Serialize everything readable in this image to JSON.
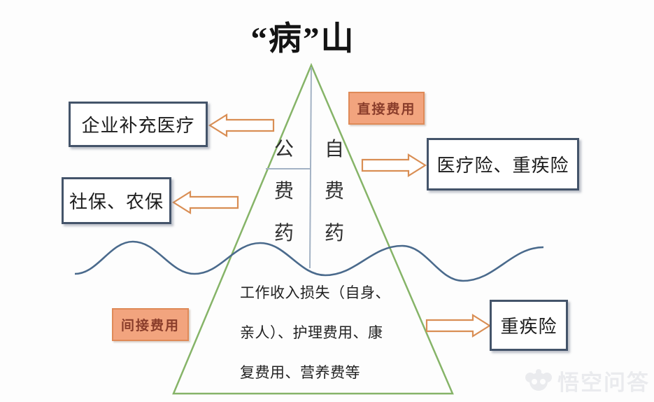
{
  "title": "“病”山",
  "pyramid": {
    "left_column": {
      "label": "公费药",
      "chars": [
        "公",
        "费",
        "药"
      ]
    },
    "right_column": {
      "label": "自费药",
      "chars": [
        "自",
        "费",
        "药"
      ]
    },
    "bottom_lines": [
      "工作收入损失（自身、",
      "亲人）、护理费用、康",
      "复费用、营养费等"
    ]
  },
  "annotations": {
    "left_boxes": [
      {
        "label": "企业补充医疗"
      },
      {
        "label": "社保、农保"
      }
    ],
    "right_boxes": [
      {
        "label": "医疗险、重疾险"
      },
      {
        "label": "重疾险"
      }
    ],
    "tags": [
      {
        "label": "直接费用"
      },
      {
        "label": "间接费用"
      }
    ]
  },
  "watermark": {
    "text": "悟空问答",
    "logo": "wukong-monkey-logo"
  },
  "icons": {
    "arrows": [
      "left-arrow",
      "left-arrow",
      "right-arrow",
      "right-arrow"
    ]
  },
  "colors": {
    "triangle_green": "#86b468",
    "wave_blue": "#4a6a8c",
    "divider_gray": "#a3b2c4",
    "box_border": "#44546a",
    "arrow_orange": "#d98e54",
    "tag_fill": "#f2a47e",
    "tag_border": "#df8a58",
    "tag_text": "#8a3d2b"
  }
}
